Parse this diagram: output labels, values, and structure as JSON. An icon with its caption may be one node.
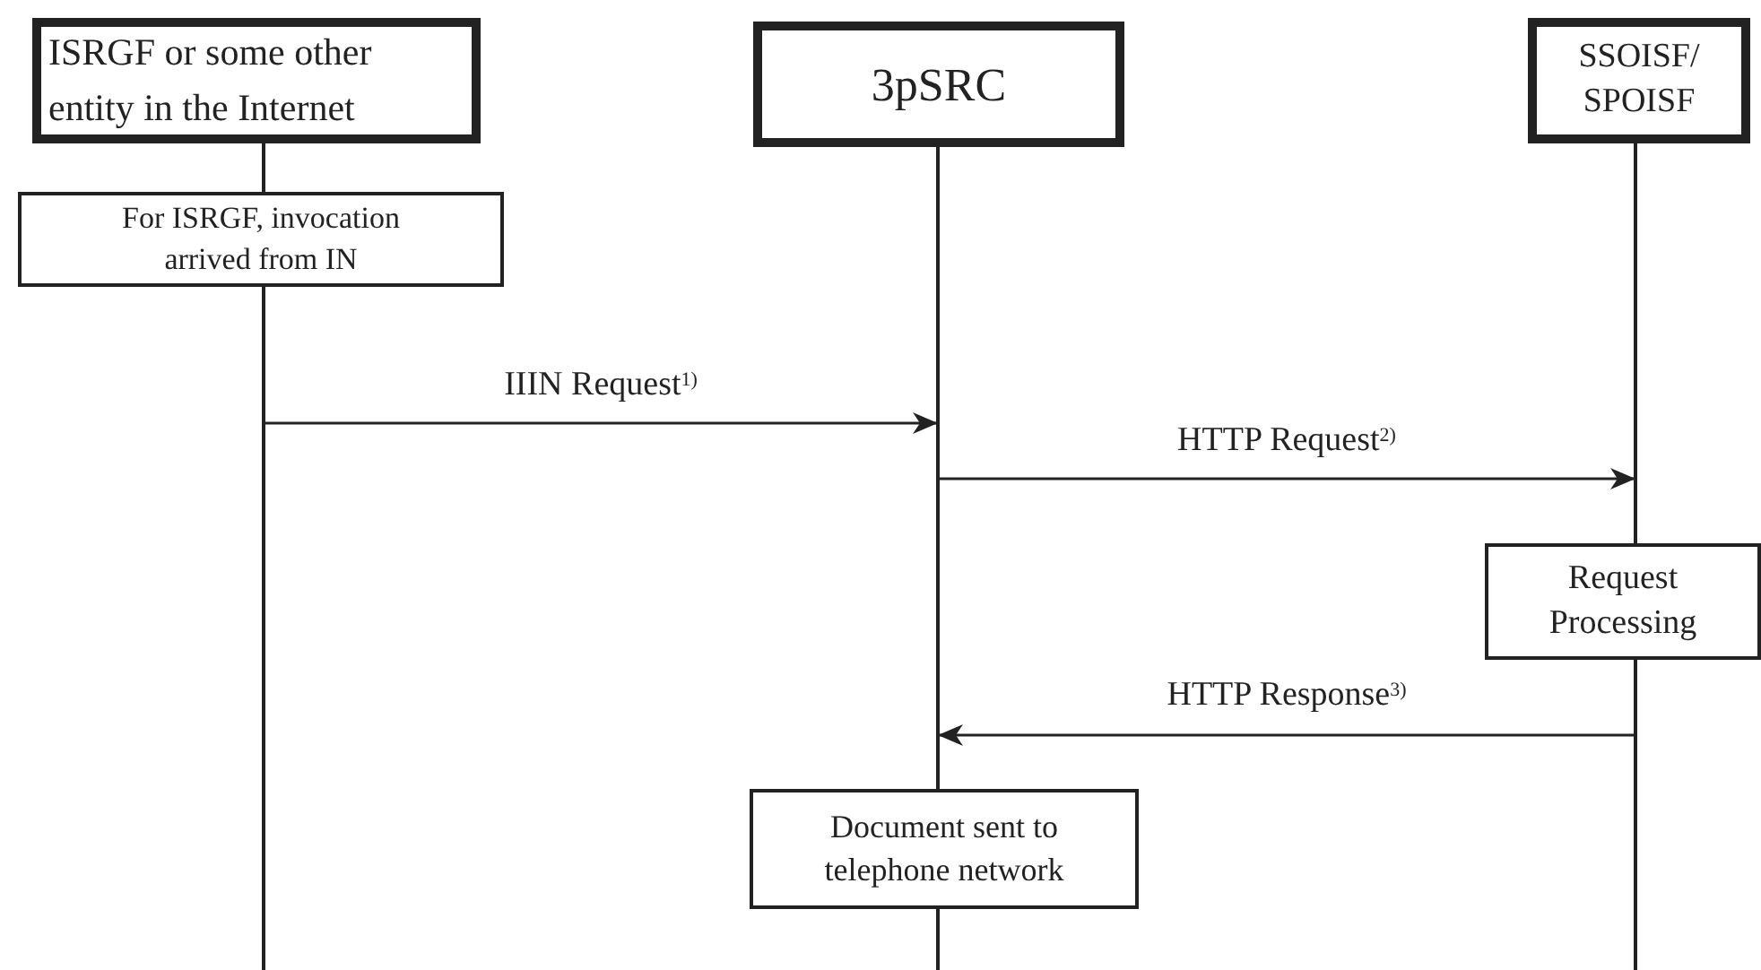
{
  "diagram": {
    "nodes": [
      {
        "text": [
          "ISRGF or some other entity in the Internet"
        ]
      },
      {
        "text": [
          "3pSRC"
        ]
      },
      {
        "text": [
          "SSOISF/ SPOISF"
        ]
      },
      {
        "text": [
          "For ISRGF, invocation arrived from IN"
        ]
      },
      {
        "text": [
          "Request Processing"
        ]
      },
      {
        "text": [
          "Document sent to telephone network"
        ]
      },
      {
        "text": [],
        "shape": "bar"
      },
      {
        "text": [],
        "shape": "bar"
      },
      {
        "text": [],
        "shape": "bar"
      }
    ],
    "edges": [
      {
        "from": 6,
        "to": 7,
        "arrow": "to",
        "label": "IIIN Request$^{1)}$"
      },
      {
        "from": 7,
        "to": 8,
        "arrow": "to",
        "label": "HTTP Request$^{2)}$"
      },
      {
        "from": 8,
        "to": 7,
        "arrow": "to",
        "label": "HTTP Response$^{3)}$"
      }
    ]
  }
}
